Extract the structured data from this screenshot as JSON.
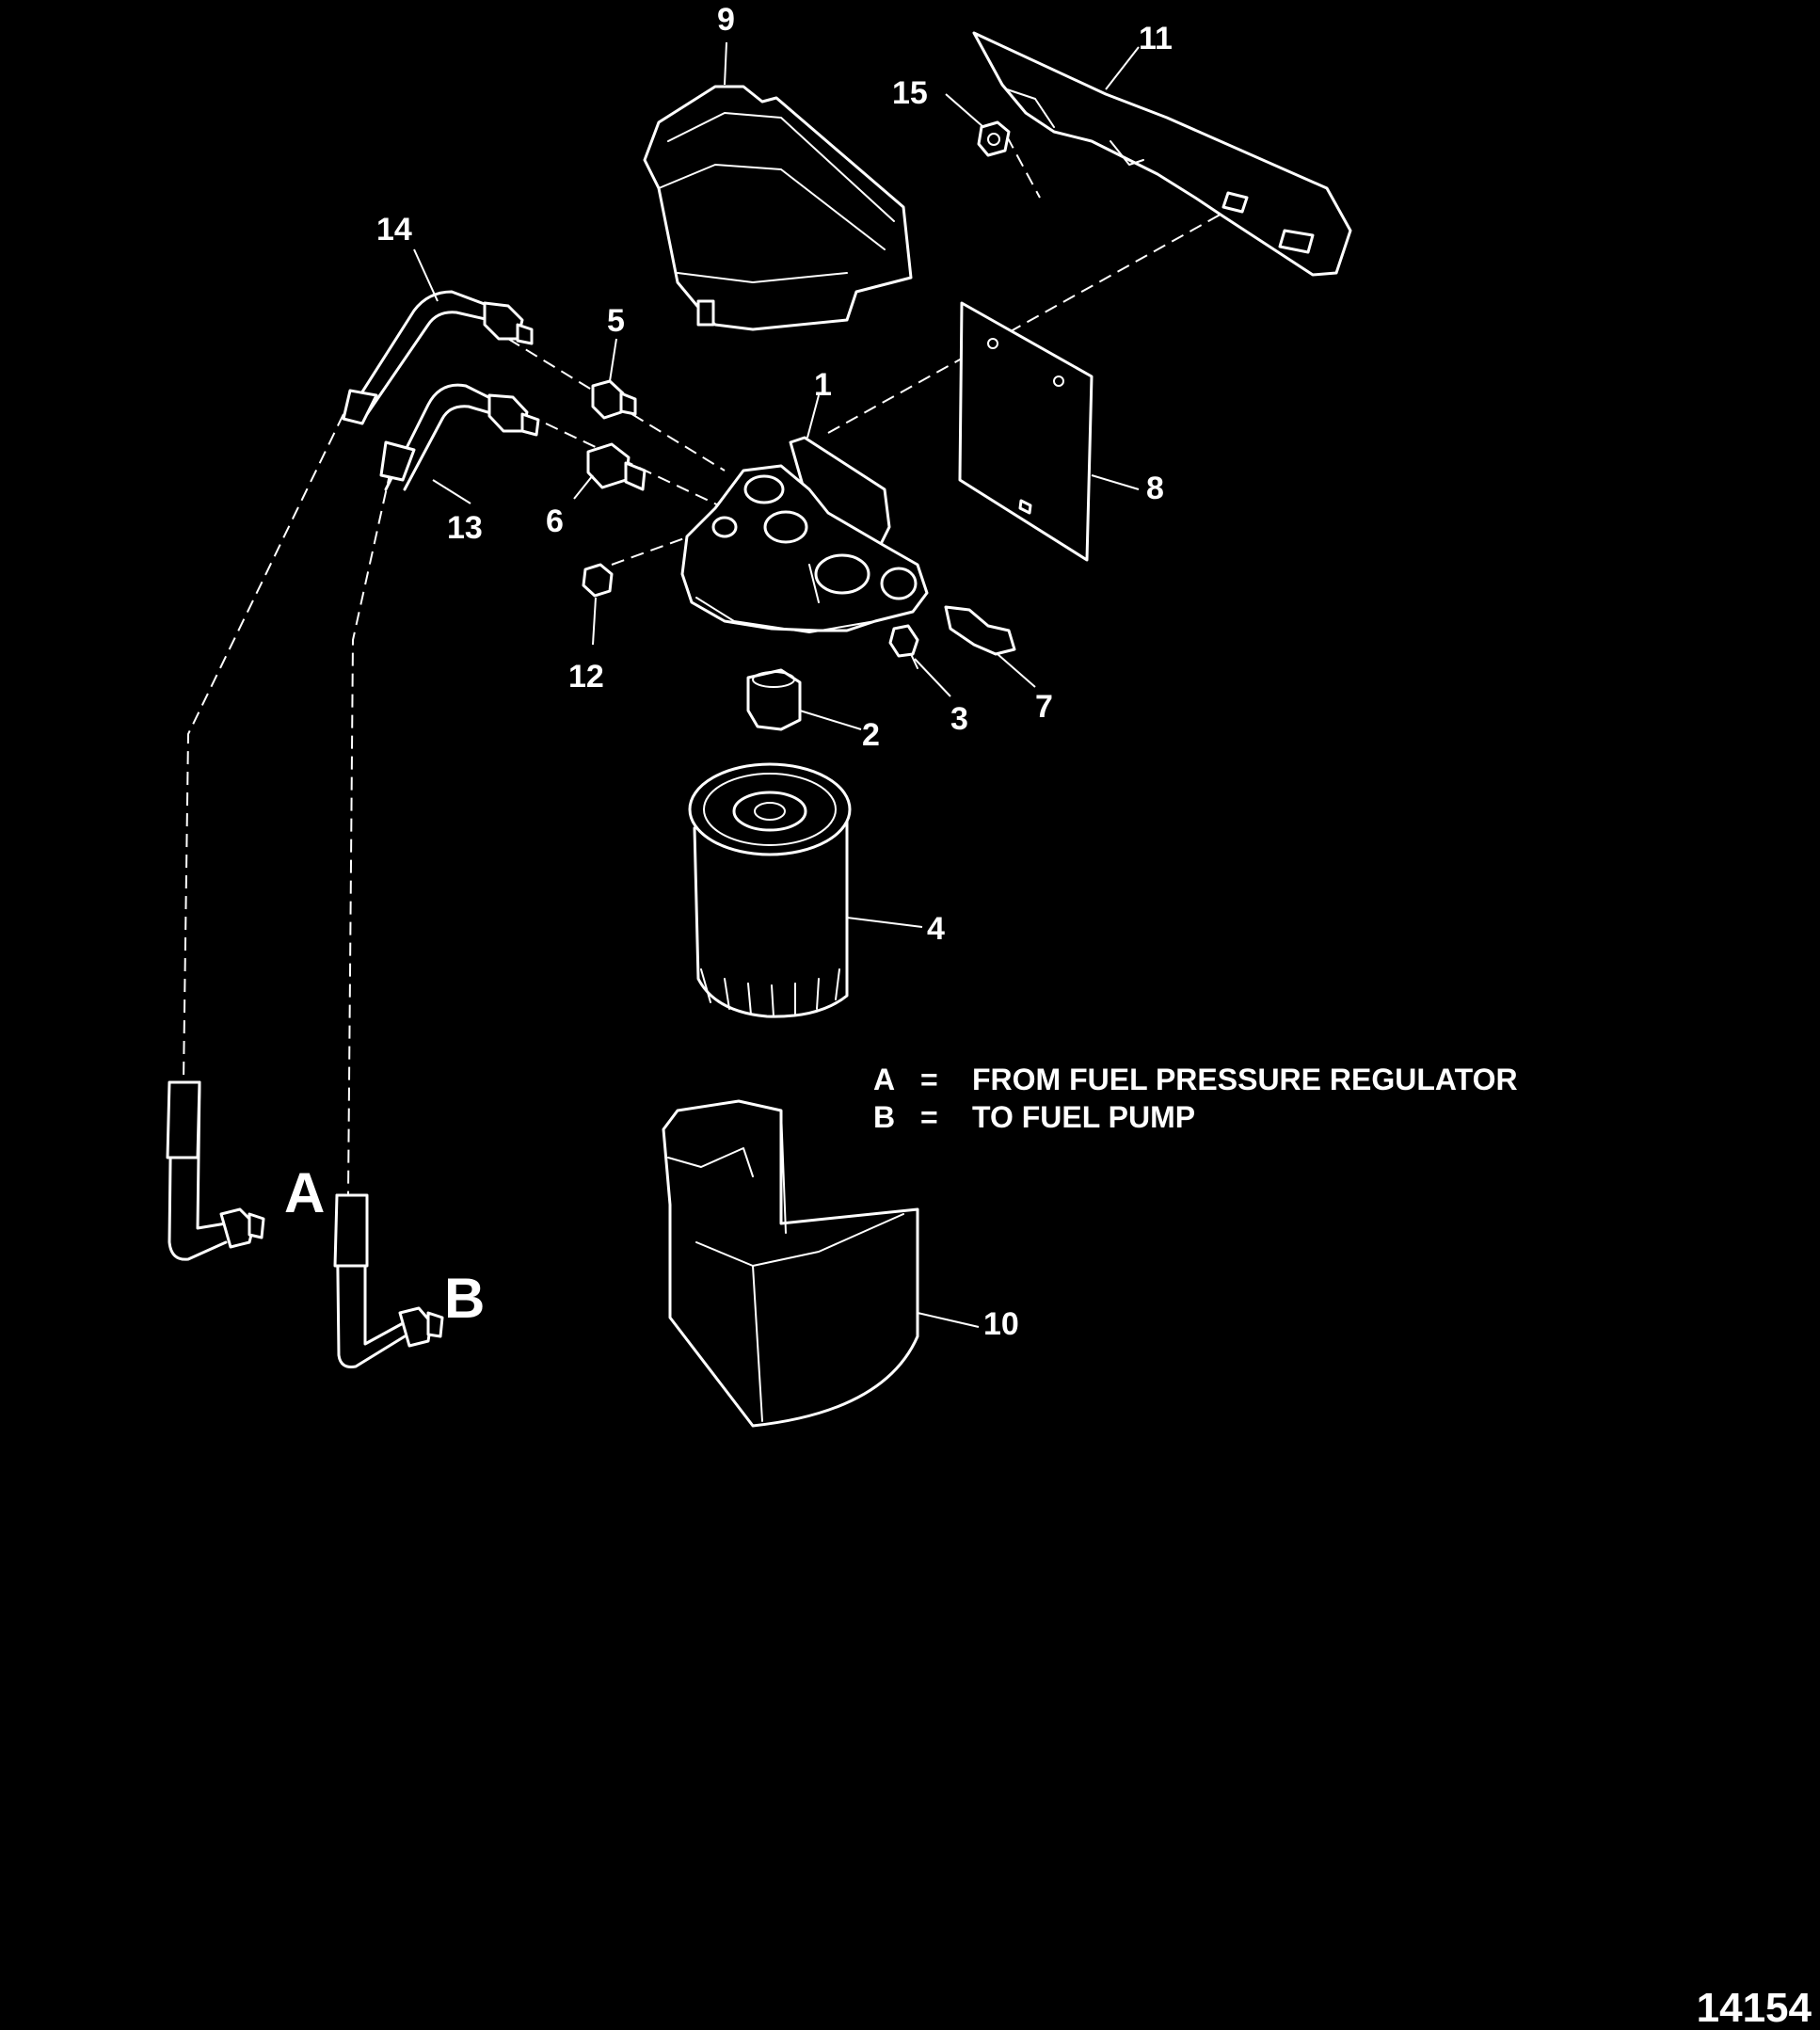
{
  "callouts": {
    "c1": "1",
    "c2": "2",
    "c3": "3",
    "c4": "4",
    "c5": "5",
    "c6": "6",
    "c7": "7",
    "c8": "8",
    "c9": "9",
    "c10": "10",
    "c11": "11",
    "c12": "12",
    "c13": "13",
    "c14": "14",
    "c15": "15"
  },
  "ports": {
    "a": "A",
    "b": "B"
  },
  "legend": {
    "a": {
      "key": "A",
      "eq": "=",
      "text": "FROM FUEL PRESSURE REGULATOR"
    },
    "b": {
      "key": "B",
      "eq": "=",
      "text": "TO FUEL PUMP"
    }
  },
  "figure_number": "14154",
  "colors": {
    "background": "#000000",
    "ink": "#ffffff"
  }
}
